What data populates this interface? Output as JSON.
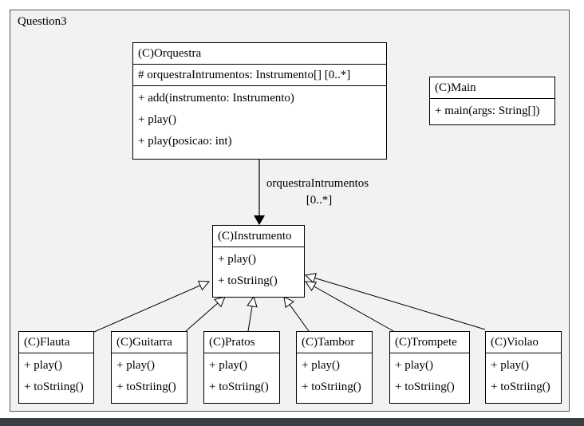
{
  "package": {
    "label": "Question3"
  },
  "classes": {
    "orquestra": {
      "title": "(C)Orquestra",
      "attribute": "#   orquestraIntrumentos: Instrumento[] [0..*]",
      "ops": [
        "+ add(instrumento: Instrumento)",
        "+ play()",
        "+ play(posicao: int)"
      ]
    },
    "main": {
      "title": "(C)Main",
      "ops": [
        "+ main(args: String[])"
      ]
    },
    "instrumento": {
      "title": "(C)Instrumento",
      "ops": [
        "+ play()",
        "+ toStriing()"
      ]
    },
    "flauta": {
      "title": "(C)Flauta",
      "ops": [
        "+ play()",
        "+ toStriing()"
      ]
    },
    "guitarra": {
      "title": "(C)Guitarra",
      "ops": [
        "+ play()",
        "+ toStriing()"
      ]
    },
    "pratos": {
      "title": "(C)Pratos",
      "ops": [
        "+ play()",
        "+ toStriing()"
      ]
    },
    "tambor": {
      "title": "(C)Tambor",
      "ops": [
        "+ play()",
        "+ toStriing()"
      ]
    },
    "trompete": {
      "title": "(C)Trompete",
      "ops": [
        "+ play()",
        "+ toStriing()"
      ]
    },
    "violao": {
      "title": "(C)Violao",
      "ops": [
        "+ play()",
        "+ toStriing()"
      ]
    }
  },
  "association": {
    "role": "orquestraIntrumentos",
    "multiplicity": "[0..*]"
  },
  "colors": {
    "package_bg": "#f2f2f2",
    "border": "#000000"
  }
}
